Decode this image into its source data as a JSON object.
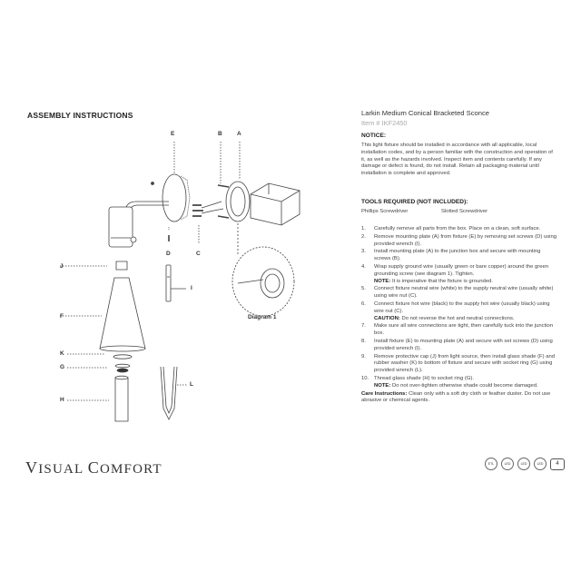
{
  "page": {
    "heading": "ASSEMBLY INSTRUCTIONS",
    "brand_first": "V",
    "brand_first_rest": "ISUAL",
    "brand_second": "C",
    "brand_second_rest": "OMFORT"
  },
  "diagram": {
    "parts": [
      "E",
      "B",
      "A",
      "C",
      "D",
      "I",
      "J",
      "F",
      "K",
      "G",
      "H",
      "L"
    ],
    "detail_label": "Diagram 1"
  },
  "product": {
    "title": "Larkin Medium Conical Bracketed Sconce",
    "item": "Item # IKF2450"
  },
  "notice": {
    "heading": "NOTICE:",
    "text": "This light fixture should be installed in accordance with all applicable, local installation codes, and by a person familiar with the construction and operation of it, as well as the hazards involved. Inspect item and contents carefully. If any damage or defect is found, do not install. Retain all packaging material until installation is complete and approved."
  },
  "tools": {
    "heading": "TOOLS REQUIRED (NOT INCLUDED):",
    "items": [
      "Phillips Screwdriver",
      "Slotted Screwdriver"
    ]
  },
  "steps": [
    {
      "n": "1.",
      "text": "Carefully remove all parts from the box. Place on a clean, soft surface."
    },
    {
      "n": "2.",
      "text": "Remove mounting plate (A) from fixture (E) by removing set screws (D) using provided wrench (I)."
    },
    {
      "n": "3.",
      "text": "Install mounting plate (A) to the junction box and secure with mounting screws (B)."
    },
    {
      "n": "4.",
      "text": "Wrap supply ground wire (usually green or bare copper) around the green grounding screw (see diagram 1). Tighten.",
      "note_label": "NOTE:",
      "note": "It is imperative that the fixture is grounded."
    },
    {
      "n": "5.",
      "text": "Connect fixture neutral wire (white) to the supply neutral wire (usually white) using wire nut (C)."
    },
    {
      "n": "6.",
      "text": "Connect fixture hot wire (black) to the supply hot wire (usually black) using wire nut (C).",
      "note_label": "CAUTION:",
      "note": "Do not reverse the hot and neutral connections."
    },
    {
      "n": "7.",
      "text": "Make sure all wire connections are tight, then carefully tuck into the junction box."
    },
    {
      "n": "8.",
      "text": "Install fixture (E) to mounting plate (A) and secure with set screws (D) using provided wrench (I)."
    },
    {
      "n": "9.",
      "text": "Remove protective cap (J) from light source, then install glass shade (F) and rubber washer (K) to bottom of fixture and secure with socket ring (G) using provided wrench (L)."
    },
    {
      "n": "10.",
      "text": "Thread glass shade (H) to socket ring (G).",
      "note_label": "NOTE:",
      "note": "Do not over-tighten otherwise shade could become damaged."
    }
  ],
  "care": {
    "label": "Care Instructions:",
    "text": "Clean only with a soft dry cloth or feather duster. Do not use abrasive or chemical agents."
  },
  "footer_badges": {
    "certs": [
      "ETL",
      "LED",
      "LED",
      "LED"
    ],
    "count": "4"
  }
}
